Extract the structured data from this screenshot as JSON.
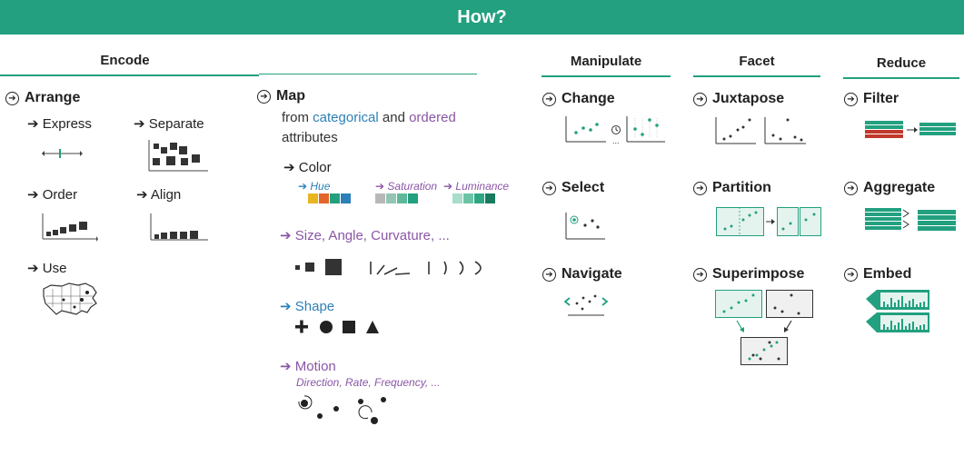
{
  "title": "How?",
  "encode": {
    "heading": "Encode",
    "arrange": {
      "label": "Arrange",
      "items": [
        "Express",
        "Separate",
        "Order",
        "Align",
        "Use"
      ]
    },
    "map": {
      "label": "Map",
      "desc_from": "from",
      "desc_categorical": "categorical",
      "desc_and": "and",
      "desc_ordered": "ordered",
      "desc_attributes": "attributes",
      "color": {
        "label": "Color",
        "channels": [
          "Hue",
          "Saturation",
          "Luminance"
        ],
        "hue_swatches": [
          "#e8b51f",
          "#e3672b",
          "#22a07f",
          "#2c7fb8"
        ],
        "saturation_swatches": [
          "#b8b8b8",
          "#93c4b4",
          "#5fb89a",
          "#22a07f"
        ],
        "luminance_swatches": [
          "#a8dccb",
          "#6cc4a6",
          "#2fa583",
          "#1a7a5e"
        ]
      },
      "size_angle_curvature": "Size, Angle, Curvature, ...",
      "shape": "Shape",
      "motion": "Motion",
      "motion_sub": "Direction, Rate, Frequency, ..."
    }
  },
  "manipulate": {
    "heading": "Manipulate",
    "items": [
      "Change",
      "Select",
      "Navigate"
    ]
  },
  "facet": {
    "heading": "Facet",
    "items": [
      "Juxtapose",
      "Partition",
      "Superimpose"
    ]
  },
  "reduce": {
    "heading": "Reduce",
    "items": [
      "Filter",
      "Aggregate",
      "Embed"
    ]
  },
  "colors": {
    "accent": "#22a07f",
    "purple": "#8a56a6",
    "blue": "#2c7fb8",
    "red": "#c0392b"
  }
}
